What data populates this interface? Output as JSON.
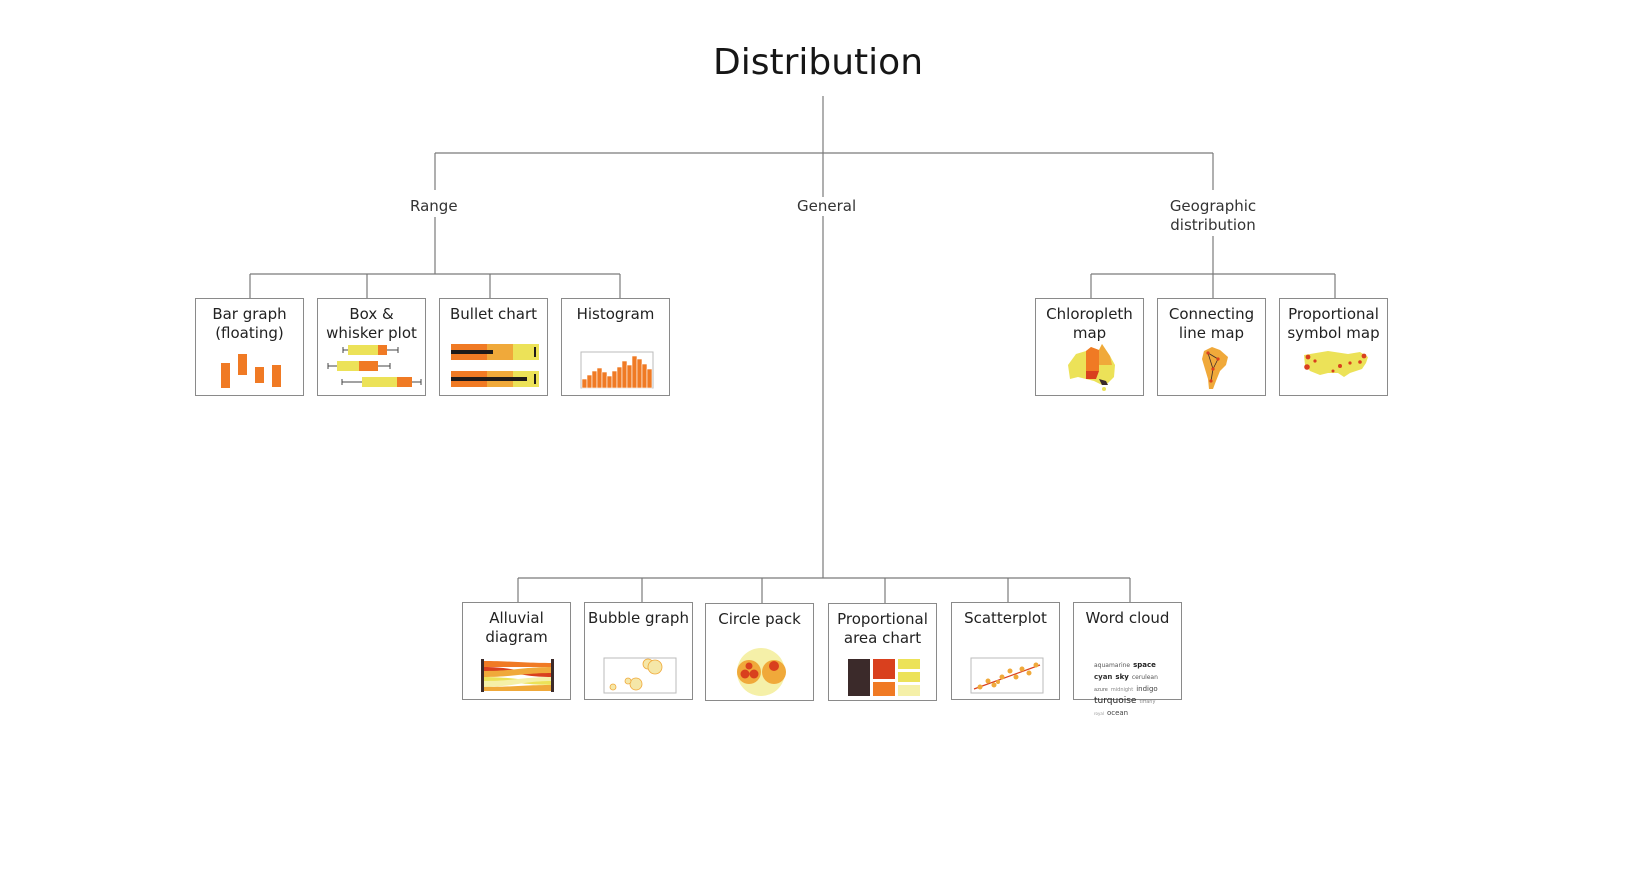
{
  "title": "Distribution",
  "categories": {
    "range": "Range",
    "general": "General",
    "geographic_line1": "Geographic",
    "geographic_line2": "distribution"
  },
  "range_items": [
    {
      "line1": "Bar graph",
      "line2": "(floating)"
    },
    {
      "line1": "Box &",
      "line2": "whisker plot"
    },
    {
      "line1": "Bullet chart",
      "line2": ""
    },
    {
      "line1": "Histogram",
      "line2": ""
    }
  ],
  "geo_items": [
    {
      "line1": "Chloropleth",
      "line2": "map"
    },
    {
      "line1": "Connecting",
      "line2": "line map"
    },
    {
      "line1": "Proportional",
      "line2": "symbol map"
    }
  ],
  "general_items": [
    {
      "line1": "Alluvial",
      "line2": "diagram"
    },
    {
      "line1": "Bubble graph",
      "line2": ""
    },
    {
      "line1": "Circle pack",
      "line2": ""
    },
    {
      "line1": "Proportional",
      "line2": "area chart"
    },
    {
      "line1": "Scatterplot",
      "line2": ""
    },
    {
      "line1": "Word cloud",
      "line2": ""
    }
  ],
  "word_cloud_words": [
    "aquamarine",
    "space",
    "cyan",
    "sky",
    "cerulean",
    "azure",
    "midnight",
    "indigo",
    "turquoise",
    "tiffany",
    "royal",
    "ocean"
  ],
  "colors": {
    "line": "#7a7a7a",
    "border": "#8a8a8a",
    "orange": "#f07a24",
    "light_orange": "#f0a93a",
    "yellow": "#ece258",
    "pale_yellow": "#f5f0a8",
    "red": "#d9401e",
    "dark": "#3b2a2a"
  }
}
